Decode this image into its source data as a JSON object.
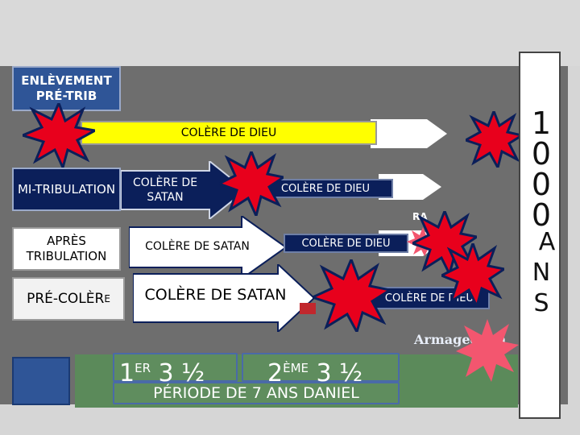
{
  "labels": {
    "pre_trib": "ENLÈVEMENT PRÉ-TRIB",
    "mid_trib": "MI-TRIBULATION",
    "post_trib": "APRÈS TRIBULATION",
    "pre_wrath_main": "PRÉ-COLÈR",
    "pre_wrath_tail": "E"
  },
  "bars": {
    "row1_wrath_god": "COLÈRE DE DIEU",
    "row2_wrath_satan": "COLÈRE DE SATAN",
    "row2_wrath_god": "COLÈRE DE DIEU",
    "row3_wrath_satan": "COLÈRE DE SATAN",
    "row3_wrath_god": "COLÈRE DE DIEU",
    "row4_wrath_satan": "COLÈRE DE SATAN",
    "row4_wrath_god": "COLÈRE DE DIEU"
  },
  "timeline": {
    "first_num": "1",
    "first_sup": "ER",
    "first_val": "3 ½",
    "second_num": "2",
    "second_sup": "ÈME",
    "second_val": "3 ½",
    "period": "PÉRIODE DE 7 ANS DANIEL"
  },
  "armageddon": "Armageddon",
  "millennium": [
    "1",
    "0",
    "0",
    "0",
    "A",
    "N",
    "S"
  ],
  "colors": {
    "yellow": "#ffff00",
    "navy": "#0b1f5a",
    "red": "#e8001c",
    "pink_burst": "#f3566f",
    "panel_bg": "#6e6e6e",
    "green": "#5b8a5a",
    "blue_box": "#2f5597"
  }
}
